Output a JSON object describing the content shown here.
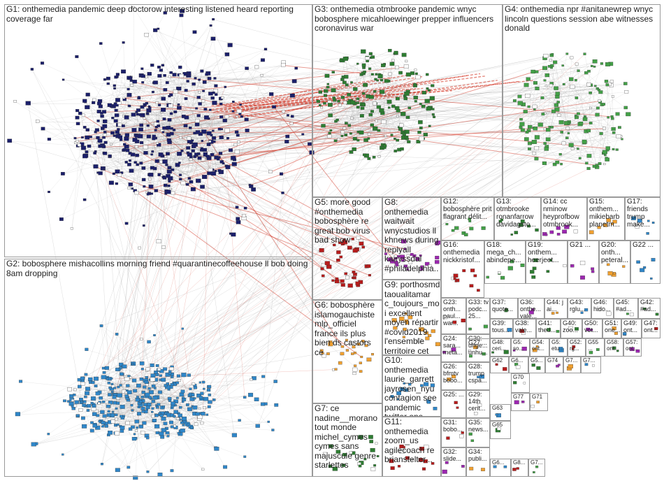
{
  "graph": {
    "title": "",
    "colors": {
      "edge": "#8a8a8a",
      "edge_strong": "#d43a2a",
      "box_border": "#9a9a9a",
      "g1_node": "#1b1f6a",
      "g2_node": "#2f86c8",
      "g3_node": "#2e7d32",
      "g4_node": "#43a047",
      "g5_node": "#b71c1c",
      "g6_node": "#f0a030",
      "g8_node": "#9c27b0"
    },
    "groups": [
      {
        "id": "G1",
        "label": "G1: onthemedia pandemic deep doctorow interesting listened heard reporting coverage far"
      },
      {
        "id": "G2",
        "label": "G2: bobosphere mishacollins morning friend #quarantinecoffeehouse ll bob doing 8am dropping"
      },
      {
        "id": "G3",
        "label": "G3: onthemedia otmbrooke pandemic wnyc bobosphere micahloewinger prepper influencers coronavirus war"
      },
      {
        "id": "G4",
        "label": "G4: onthemedia npr #anitanewrep wnyc lincoln questions session abe witnesses donald"
      },
      {
        "id": "G5",
        "label": "G5: more good #onthemedia bobosphère re great bob virus bad show"
      },
      {
        "id": "G6",
        "label": "G6: bobosphère islamogauchiste mlp_officiel france ils plus bien ds castors ce"
      },
      {
        "id": "G7",
        "label": "G7: ce nadine__morano tout monde michel_cymes cymes sans majuscule genre starlettes"
      },
      {
        "id": "G8",
        "label": "G8: onthemedia waitwait wnycstudios ll khnews during replyall kairyssdal #philadelphia..."
      },
      {
        "id": "G9",
        "label": "G9: porthosmd taoualitamar c_toujours_moi excellent moyen répartir #covid2019 l'ensemble territoire cet"
      },
      {
        "id": "G10",
        "label": "G10: onthemedia laurie_garrett jayrosen_nyu contagion see pandemic twitter one..."
      },
      {
        "id": "G11",
        "label": "G11: onthemedia zoom_us agilecoach re brianstelter..."
      },
      {
        "id": "G12",
        "label": "G12: bobosphère prit flagrant délit..."
      },
      {
        "id": "G13",
        "label": "G13: otmbrooke ronanfarrow davidagsto..."
      },
      {
        "id": "G14",
        "label": "G14: cc nminow heyprofbow otmbrook..."
      },
      {
        "id": "G15",
        "label": "G15: onthem... mikiebarb planetm..."
      },
      {
        "id": "G17",
        "label": "G17: friends trump make..."
      },
      {
        "id": "G16",
        "label": "G16: onthemedia nickkristof..."
      },
      {
        "id": "G18",
        "label": "G18: mega_ch... abindepe..."
      },
      {
        "id": "G19",
        "label": "G19: onthem... heerjeet..."
      },
      {
        "id": "G21",
        "label": "G21 ..."
      },
      {
        "id": "G20",
        "label": "G20: onth... peteral..."
      },
      {
        "id": "G22",
        "label": "G22 ..."
      },
      {
        "id": "G23",
        "label": "G23: onth... paul... war..."
      },
      {
        "id": "G33",
        "label": "G33: tv podc... 25..."
      },
      {
        "id": "G37",
        "label": "G37: quote..."
      },
      {
        "id": "G36",
        "label": "G36: onthe... yale..."
      },
      {
        "id": "G44",
        "label": "G44: j ai..."
      },
      {
        "id": "G43",
        "label": "G43: rglu..."
      },
      {
        "id": "G46",
        "label": "G46: hido..."
      },
      {
        "id": "G45",
        "label": "G45: #ad..."
      },
      {
        "id": "G42",
        "label": "G42: #ad..."
      },
      {
        "id": "G24",
        "label": "G24: sara... meta..."
      },
      {
        "id": "G30",
        "label": "G30: unge... unhu..."
      },
      {
        "id": "G39",
        "label": "G39: tous..."
      },
      {
        "id": "G38",
        "label": "G38: vale..."
      },
      {
        "id": "G41",
        "label": "G41: thed..."
      },
      {
        "id": "G40",
        "label": "G40: zoo..."
      },
      {
        "id": "G50",
        "label": "G50: vot..."
      },
      {
        "id": "G51",
        "label": "G51: one..."
      },
      {
        "id": "G49",
        "label": "G49: ont..."
      },
      {
        "id": "G47",
        "label": "G47: ont..."
      },
      {
        "id": "G27",
        "label": "G27 ..."
      },
      {
        "id": "G48",
        "label": "G48: ceri..."
      },
      {
        "id": "G53",
        "label": "G5: so..."
      },
      {
        "id": "G54",
        "label": "G54: ont..."
      },
      {
        "id": "G56",
        "label": "G5: etu..."
      },
      {
        "id": "G52",
        "label": "G52: rg..."
      },
      {
        "id": "G55",
        "label": "G55 ..."
      },
      {
        "id": "G58",
        "label": "G58: ont..."
      },
      {
        "id": "G57",
        "label": "G57: ont..."
      },
      {
        "id": "G26",
        "label": "G26: bfmtv bobo..."
      },
      {
        "id": "G28",
        "label": "G28: trump cspa..."
      },
      {
        "id": "G62",
        "label": "G62"
      },
      {
        "id": "G60",
        "label": "G6..."
      },
      {
        "id": "G59",
        "label": "G5..."
      },
      {
        "id": "G74",
        "label": "G74"
      },
      {
        "id": "G72",
        "label": "G7..."
      },
      {
        "id": "G73",
        "label": "G7..."
      },
      {
        "id": "G25",
        "label": "G25: ..."
      },
      {
        "id": "G29",
        "label": "G29: 14th cent..."
      },
      {
        "id": "G70",
        "label": "G70"
      },
      {
        "id": "G77",
        "label": "G77"
      },
      {
        "id": "G71",
        "label": "G71"
      },
      {
        "id": "G63",
        "label": "G63"
      },
      {
        "id": "G31",
        "label": "G31: bobo..."
      },
      {
        "id": "G35",
        "label": "G35: news..."
      },
      {
        "id": "G65",
        "label": "G65"
      },
      {
        "id": "G32",
        "label": "G32: slide..."
      },
      {
        "id": "G34",
        "label": "G34: publi..."
      },
      {
        "id": "G6x",
        "label": "G6..."
      },
      {
        "id": "G8x",
        "label": "G8..."
      },
      {
        "id": "G7x",
        "label": "G7..."
      }
    ]
  }
}
